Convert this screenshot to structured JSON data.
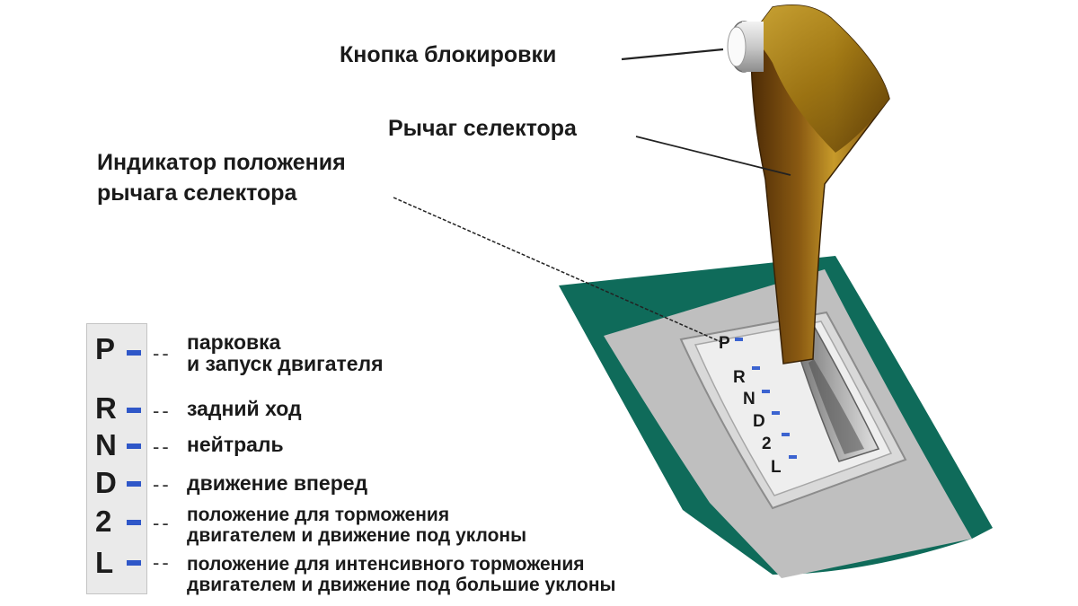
{
  "callouts": {
    "lock_button": "Кнопка блокировки",
    "selector_lever": "Рычаг селектора",
    "position_indicator_line1": "Индикатор положения",
    "position_indicator_line2": "рычага селектора"
  },
  "gate_letters": [
    "P",
    "R",
    "N",
    "D",
    "2",
    "L"
  ],
  "legend": [
    {
      "gear": "P",
      "dashes": "--",
      "line1": "парковка",
      "line2": "и запуск двигателя"
    },
    {
      "gear": "R",
      "dashes": "--",
      "line1": "задний ход",
      "line2": ""
    },
    {
      "gear": "N",
      "dashes": "--",
      "line1": "нейтраль",
      "line2": ""
    },
    {
      "gear": "D",
      "dashes": "--",
      "line1": "движение вперед",
      "line2": ""
    },
    {
      "gear": "2",
      "dashes": "--",
      "line1": "положение для торможения",
      "line2": "двигателем и движение под уклоны"
    },
    {
      "gear": "L",
      "dashes": "--",
      "line1": "положение для интенсивного торможения",
      "line2": "двигателем и движение под большие уклоны"
    }
  ],
  "colors": {
    "console_green": "#0f6b5a",
    "console_gray": "#bdbdbd",
    "knob_gold": "#b38a14",
    "lever_brown": "#6b3f0d",
    "indicator_blue": "#2f57c8"
  }
}
